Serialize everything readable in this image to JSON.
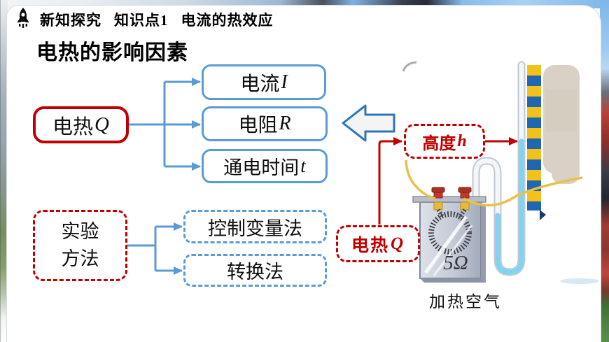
{
  "header": {
    "icon": "rocket-icon",
    "brand": "新知探究",
    "lesson": "知识点1",
    "topic": "电流的热效应"
  },
  "page_title": "电热的影响因素",
  "flowchart": {
    "heat_box": {
      "cn": "电热",
      "var": "Q"
    },
    "factors": [
      {
        "cn": "电流",
        "var": "I"
      },
      {
        "cn": "电阻",
        "var": "R"
      },
      {
        "cn": "通电时间",
        "var": "t"
      }
    ]
  },
  "methods": {
    "box_line1": "实验",
    "box_line2": "方法",
    "items": [
      {
        "label": "控制变量法"
      },
      {
        "label": "转换法"
      }
    ]
  },
  "experiment": {
    "height_label": {
      "cn": "高度 ",
      "var": "h"
    },
    "heat_label": {
      "cn": "电热 ",
      "var": "Q"
    },
    "resistance": "5Ω",
    "caption": "加热空气"
  },
  "colors": {
    "accent_red": "#C00000",
    "accent_blue": "#5B9BD5",
    "block_arrow_outline": "#2E75B6",
    "ruler_yellow": "#F3C21A",
    "ruler_blue": "#2166B0",
    "liquid_cyan": "#7FD4EF"
  }
}
